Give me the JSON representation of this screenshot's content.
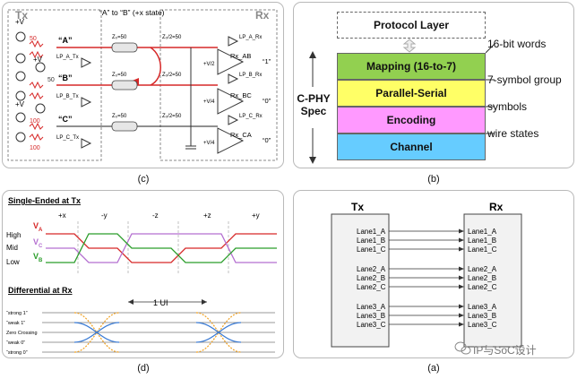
{
  "captions": {
    "c": "(c)",
    "b": "(b)",
    "d": "(d)",
    "a": "(a)"
  },
  "panel_c": {
    "tx_label": "Tx",
    "rx_label": "Rx",
    "state_label": "“A” to “B” (+x state)",
    "wire_a": "“A”",
    "wire_b": "“B”",
    "wire_c": "“C”",
    "vplus": "+V",
    "r50": "50",
    "r100": "100",
    "lp_a_tx": "LP_A_Tx",
    "lp_b_tx": "LP_B_Tx",
    "lp_c_tx": "LP_C_Tx",
    "lp_a_rx": "LP_A_Rx",
    "lp_b_rx": "LP_B_Rx",
    "lp_c_rx": "LP_C_Rx",
    "z0": "Z₀=50",
    "z0_half": "Z₀/2=50",
    "vhalf": "+V/2",
    "vquarter": "+V/4",
    "rx_ab": "Rx_AB",
    "rx_bc": "Rx_BC",
    "rx_ca": "Rx_CA",
    "out_ab": "“1”",
    "out_bc": "“0”",
    "out_ca": "“0”"
  },
  "panel_b": {
    "protocol_layer": "Protocol Layer",
    "spec_label_1": "C-PHY",
    "spec_label_2": "Spec",
    "layers": [
      {
        "label": "Mapping (16-to-7)",
        "color": "#92d050"
      },
      {
        "label": "Parallel-Serial",
        "color": "#ffff66"
      },
      {
        "label": "Encoding",
        "color": "#ff99ff"
      },
      {
        "label": "Channel",
        "color": "#66ccff"
      }
    ],
    "notes": [
      "16-bit words",
      "7-symbol group",
      "symbols",
      "wire states"
    ]
  },
  "panel_d": {
    "single_ended_title": "Single-Ended at Tx",
    "states": [
      "+x",
      "-y",
      "-z",
      "+z",
      "+y"
    ],
    "levels": [
      "High",
      "Mid",
      "Low"
    ],
    "va": "V",
    "va_sub": "A",
    "vc": "V",
    "vc_sub": "C",
    "vb": "V",
    "vb_sub": "B",
    "differential_title": "Differential at Rx",
    "ui_label": "1 UI",
    "diff_levels": [
      "“strong 1”",
      "“weak 1”",
      "Zero Crossing",
      "“weak 0”",
      "“strong 0”"
    ]
  },
  "panel_a": {
    "tx_title": "Tx",
    "rx_title": "Rx",
    "lanes": [
      [
        "Lane1_A",
        "Lane1_B",
        "Lane1_C"
      ],
      [
        "Lane2_A",
        "Lane2_B",
        "Lane2_C"
      ],
      [
        "Lane3_A",
        "Lane3_B",
        "Lane3_C"
      ]
    ],
    "watermark": "IP与SoC设计"
  },
  "colors": {
    "wire_a": "#d62828",
    "wire_b": "#2a9d2a",
    "wire_c": "#b46fd0",
    "eye_orange": "#f0a020",
    "eye_blue": "#3a7bd5"
  }
}
